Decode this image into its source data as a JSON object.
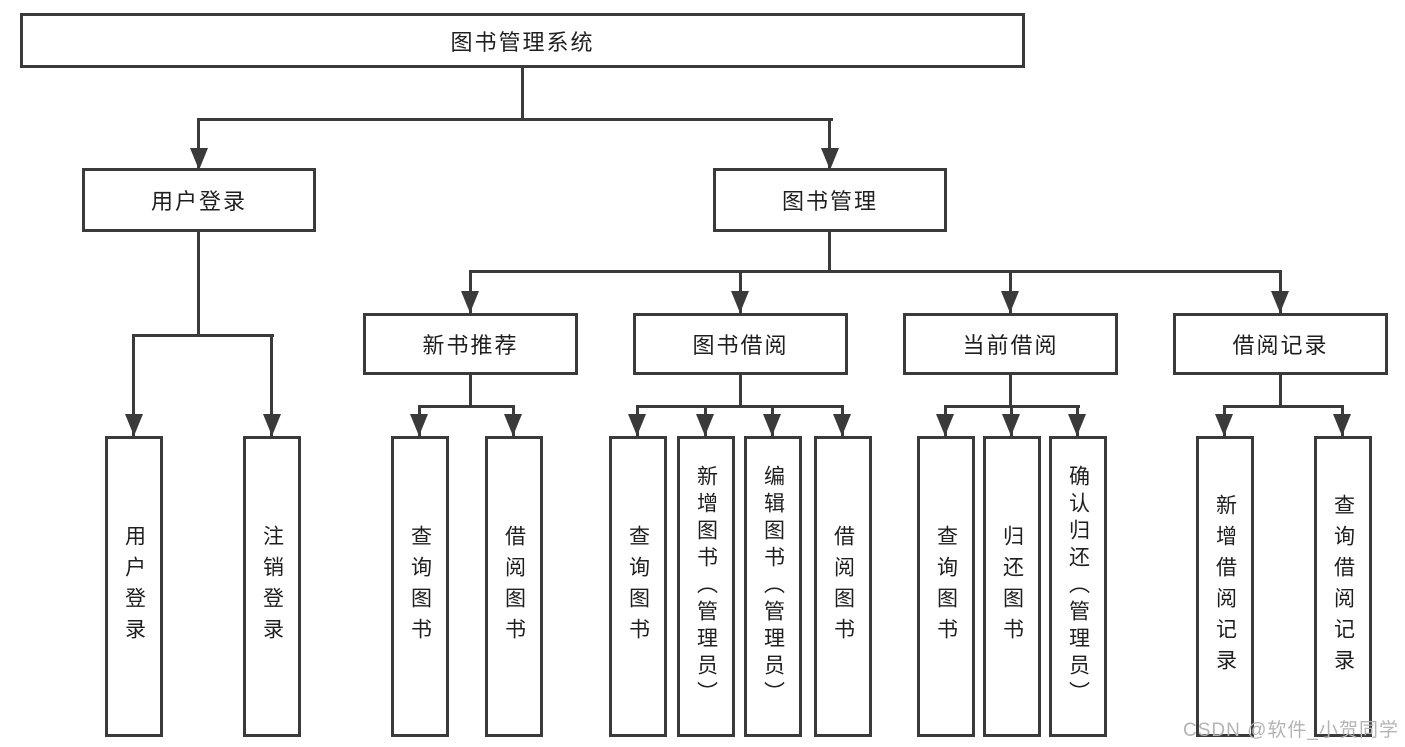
{
  "tree": {
    "root": {
      "label": "图书管理系统"
    },
    "children": [
      {
        "label": "用户登录",
        "children": [
          {
            "label": "用户登录"
          },
          {
            "label": "注销登录"
          }
        ]
      },
      {
        "label": "图书管理",
        "children": [
          {
            "label": "新书推荐",
            "children": [
              {
                "label": "查询图书"
              },
              {
                "label": "借阅图书"
              }
            ]
          },
          {
            "label": "图书借阅",
            "children": [
              {
                "label": "查询图书"
              },
              {
                "label": "新增图书（管理员）"
              },
              {
                "label": "编辑图书（管理员）"
              },
              {
                "label": "借阅图书"
              }
            ]
          },
          {
            "label": "当前借阅",
            "children": [
              {
                "label": "查询图书"
              },
              {
                "label": "归还图书"
              },
              {
                "label": "确认归还（管理员）"
              }
            ]
          },
          {
            "label": "借阅记录",
            "children": [
              {
                "label": "新增借阅记录"
              },
              {
                "label": "查询借阅记录"
              }
            ]
          }
        ]
      }
    ]
  },
  "watermark": {
    "text": "CSDN @软件_小贺同学",
    "color": "#b4b4b4"
  },
  "colors": {
    "line": "#3a3a3a",
    "text": "#1f1f1f",
    "background": "#ffffff"
  }
}
